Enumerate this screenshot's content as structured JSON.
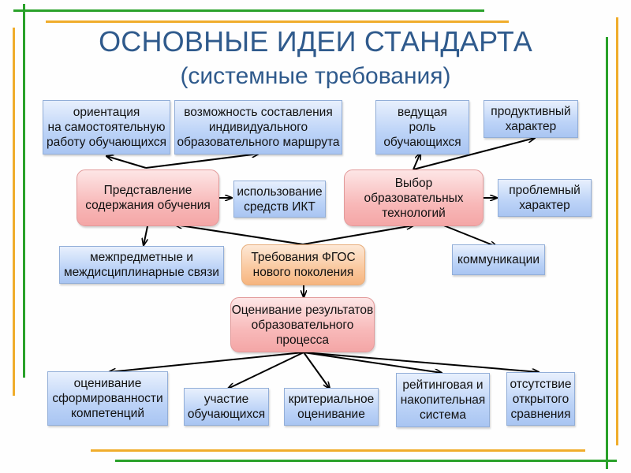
{
  "title": {
    "line1": "ОСНОВНЫЕ ИДЕИ СТАНДАРТА",
    "line2": "(системные требования)"
  },
  "colors": {
    "title": "#2f5a8c",
    "frame_green": "#2aa12a",
    "frame_orange": "#f0ad2c",
    "box_blue": "#bcd3f7",
    "box_pink": "#f8b9b9",
    "box_orange": "#fac89e"
  },
  "nodes": {
    "orientation": "ориентация\nна самостоятельную\nработу обучающихся",
    "individual_route": "возможность составления\nиндивидуального\nобразовательного маршрута",
    "leading_role": "ведущая\nроль\nобучающихся",
    "productive": "продуктивный\nхарактер",
    "content_presentation": "Представление\nсодержания обучения",
    "ict": "использование\nсредств ИКТ",
    "tech_choice": "Выбор\nобразовательных\nтехнологий",
    "problem": "проблемный\nхарактер",
    "interdisciplinary": "межпредметные и\nмеждисциплинарные связи",
    "fgos": "Требования ФГОС\nнового поколения",
    "communication": "коммуникации",
    "assessment": "Оценивание результатов\nобразовательного\nпроцесса",
    "competence": "оценивание\nсформированности\nкомпетенций",
    "participation": "участие\nобучающихся",
    "criterial": "критериальное\nоценивание",
    "rating": "рейтинговая и\nнакопительная\nсистема",
    "no_comparison": "отсутствие\nоткрытого\nсравнения"
  },
  "connections": [
    {
      "from": "content_presentation",
      "to": "orientation"
    },
    {
      "from": "content_presentation",
      "to": "individual_route"
    },
    {
      "from": "content_presentation",
      "to": "ict"
    },
    {
      "from": "content_presentation",
      "to": "interdisciplinary"
    },
    {
      "from": "tech_choice",
      "to": "leading_role"
    },
    {
      "from": "tech_choice",
      "to": "productive"
    },
    {
      "from": "tech_choice",
      "to": "problem"
    },
    {
      "from": "tech_choice",
      "to": "communication"
    },
    {
      "from": "fgos",
      "to": "content_presentation"
    },
    {
      "from": "fgos",
      "to": "tech_choice"
    },
    {
      "from": "fgos",
      "to": "assessment"
    },
    {
      "from": "assessment",
      "to": "competence"
    },
    {
      "from": "assessment",
      "to": "participation"
    },
    {
      "from": "assessment",
      "to": "criterial"
    },
    {
      "from": "assessment",
      "to": "rating"
    },
    {
      "from": "assessment",
      "to": "no_comparison"
    }
  ]
}
